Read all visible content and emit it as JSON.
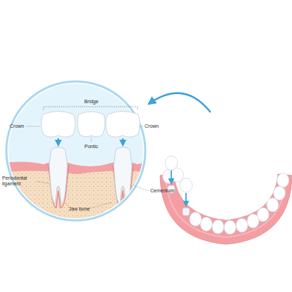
{
  "diagram": {
    "labels": [
      "Bridge",
      "Crown",
      "Crown",
      "Pontic",
      "Periodontal ligament",
      "Cementum",
      "Jaw bone"
    ]
  }
}
